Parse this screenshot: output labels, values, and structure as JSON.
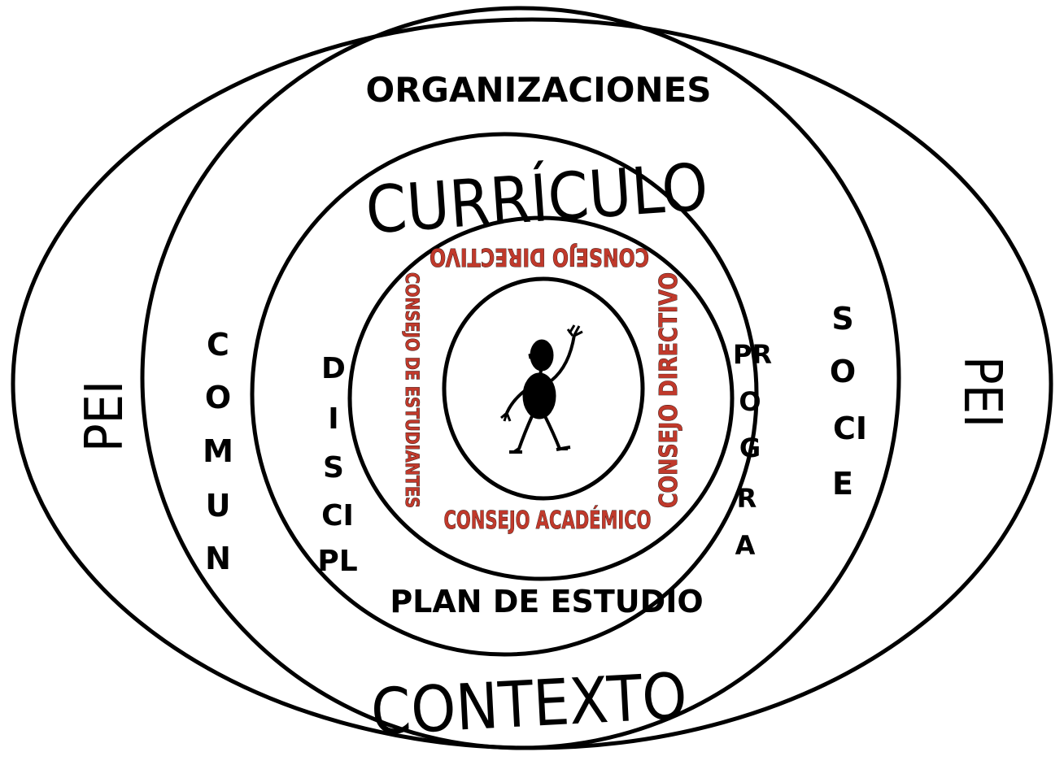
{
  "diagram": {
    "outer": {
      "label_left": "PEI",
      "label_right": "PEI",
      "label_bottom": "CONTEXTO"
    },
    "ring2": {
      "label_top": "ORGANIZACIONES",
      "label_left": [
        "C",
        "O",
        "M",
        "U",
        "N"
      ],
      "label_right": [
        "S",
        "O",
        "CI",
        "E"
      ]
    },
    "ring3": {
      "label_top": "CURRÍCULO",
      "label_left": [
        "D",
        "I",
        "S",
        "CI",
        "PL"
      ],
      "label_right": [
        "PR",
        "O",
        "G",
        "R",
        "A"
      ],
      "label_bottom": "PLAN DE ESTUDIO"
    },
    "ring4": {
      "top": "CONSEJO DIRECTIVO",
      "right": "CONSEJO DIRECTIVO",
      "left": "CONSEJO DE ESTUDIANTES",
      "bottom": "CONSEJO ACADÉMICO"
    },
    "center": {
      "figure": "person-waving-icon"
    },
    "colors": {
      "stroke": "#000000",
      "council_fill": "#c0392b"
    }
  }
}
